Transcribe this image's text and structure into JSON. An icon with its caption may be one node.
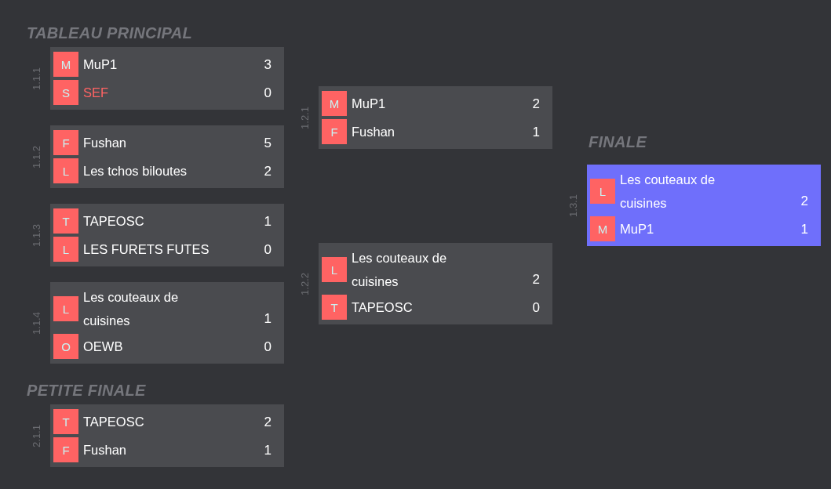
{
  "diagram": {
    "nodes": [
      {
        "text": [
          "MuP1",
          "3",
          "SEF",
          "0"
        ],
        "beside": [
          "1.1.1"
        ]
      },
      {
        "text": [
          "M"
        ],
        "in": 0
      },
      {
        "text": [
          "S"
        ],
        "in": 0
      },
      {
        "text": [
          "Fushan",
          "5",
          "Les tchos biloutes",
          "2"
        ],
        "beside": [
          "1.1.2"
        ]
      },
      {
        "text": [
          "F"
        ],
        "in": 3
      },
      {
        "text": [
          "L"
        ],
        "in": 3
      },
      {
        "text": [
          "TAPEOSC",
          "1",
          "LES FURETS FUTES",
          "0"
        ],
        "beside": [
          "1.1.3"
        ]
      },
      {
        "text": [
          "T"
        ],
        "in": 6
      },
      {
        "text": [
          "L"
        ],
        "in": 6
      },
      {
        "text": [
          "Les couteaux de cuisines",
          "1",
          "OEWB",
          "0"
        ],
        "beside": [
          "1.1.4"
        ]
      },
      {
        "text": [
          "L"
        ],
        "in": 9
      },
      {
        "text": [
          "O"
        ],
        "in": 9
      },
      {
        "text": [
          "TAPEOSC",
          "2",
          "Fushan",
          "1"
        ],
        "beside": [
          "2.1.1"
        ]
      },
      {
        "text": [
          "T"
        ],
        "in": 12
      },
      {
        "text": [
          "F"
        ],
        "in": 12
      },
      {
        "text": [
          "MuP1",
          "2",
          "Fushan",
          "1"
        ],
        "beside": [
          "1.2.1"
        ]
      },
      {
        "text": [
          "M"
        ],
        "in": 15
      },
      {
        "text": [
          "F"
        ],
        "in": 15
      },
      {
        "text": [
          "Les couteaux de cuisines",
          "2",
          "TAPEOSC",
          "0"
        ],
        "beside": [
          "1.2.2"
        ]
      },
      {
        "text": [
          "L"
        ],
        "in": 18
      },
      {
        "text": [
          "T"
        ],
        "in": 18
      },
      {
        "text": [
          "Les couteaux de cuisines",
          "2",
          "MuP1",
          "1"
        ],
        "beside": [
          "1.3.1"
        ]
      },
      {
        "text": [
          "L"
        ],
        "in": 21
      },
      {
        "text": [
          "M"
        ],
        "in": 21
      }
    ],
    "labels": [
      "TABLEAU PRINCIPAL",
      "FINALE",
      "PETITE FINALE"
    ]
  }
}
